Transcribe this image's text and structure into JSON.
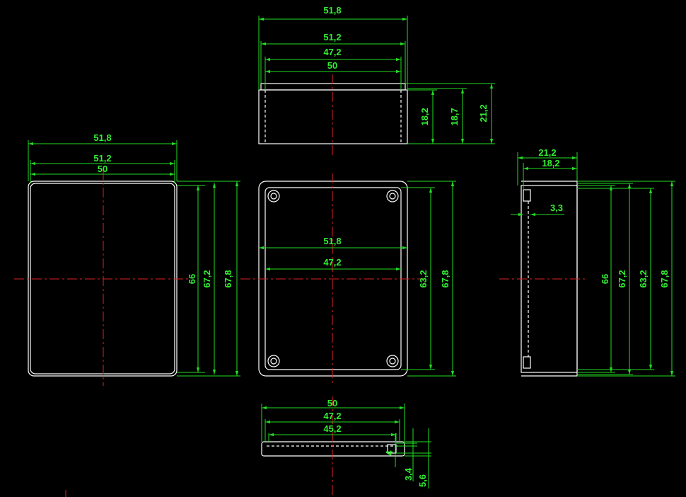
{
  "views": {
    "top": {
      "width_overall": "51,8",
      "width_lid": "51,2",
      "width_inner": "47,2",
      "width_body": "50",
      "height_a": "18,2",
      "height_b": "18,7",
      "height_c": "21,2"
    },
    "front": {
      "width_overall": "51,8",
      "width_lid": "51,2",
      "width_body": "50",
      "height_a": "66",
      "height_b": "67,2",
      "height_c": "67,8"
    },
    "center": {
      "width_overall": "51,8",
      "width_inner": "47,2",
      "height_a": "63,2",
      "height_b": "67,8"
    },
    "side": {
      "width_overall": "21,2",
      "width_body": "18,2",
      "wall": "3,3",
      "height_a": "66",
      "height_b": "67,2",
      "height_c": "63,2",
      "height_d": "67,8"
    },
    "lid": {
      "width_overall": "50",
      "width_mid": "47,2",
      "width_inner": "45,2",
      "height_a": "4",
      "height_b": "3,4",
      "height_c": "5,6"
    }
  },
  "colors": {
    "background": "#000000",
    "outline": "#ffffff",
    "dimension": "#22dd22",
    "centerline": "#dd2222"
  }
}
